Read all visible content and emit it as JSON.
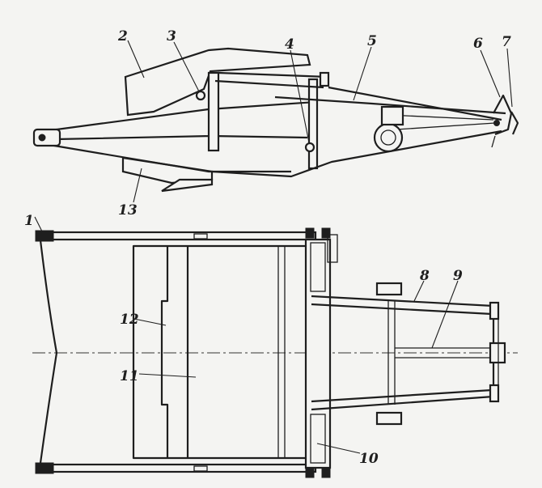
{
  "figure": {
    "callouts": [
      {
        "id": "1",
        "text": "1"
      },
      {
        "id": "2",
        "text": "2"
      },
      {
        "id": "3",
        "text": "3"
      },
      {
        "id": "4",
        "text": "4"
      },
      {
        "id": "5",
        "text": "5"
      },
      {
        "id": "6",
        "text": "6"
      },
      {
        "id": "7",
        "text": "7"
      },
      {
        "id": "8",
        "text": "8"
      },
      {
        "id": "9",
        "text": "9"
      },
      {
        "id": "10",
        "text": "10"
      },
      {
        "id": "11",
        "text": "11"
      },
      {
        "id": "12",
        "text": "12"
      },
      {
        "id": "13",
        "text": "13"
      }
    ],
    "colors": {
      "ink": "#1e1e1e",
      "paper": "#f4f4f2"
    }
  }
}
